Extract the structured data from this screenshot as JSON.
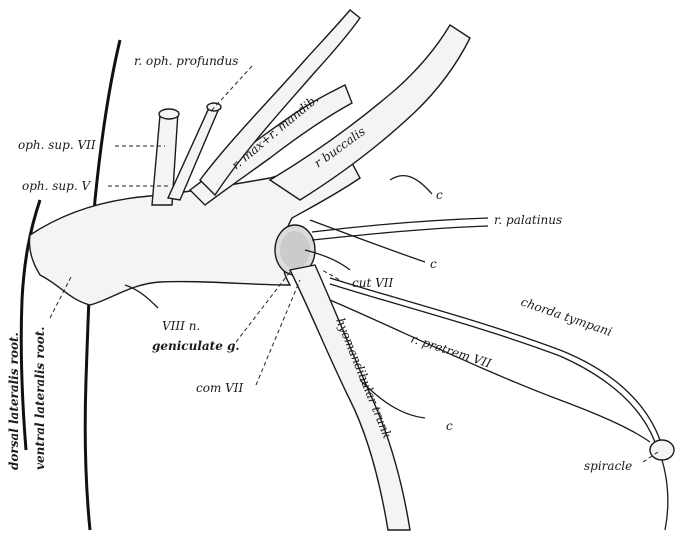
{
  "labels": {
    "r_oph_profundus": "r. oph. profundus",
    "oph_sup_vii": "oph. sup. VII",
    "oph_sup_v": "oph. sup. V",
    "r_max_mandib": "r. max+r. mandib.",
    "r_buccalis": "r buccalis",
    "c_upper": "c",
    "r_palatinus": "r. palatinus",
    "c_middle": "c",
    "cut_vii": "cut VII",
    "chorda_tympani": "chorda tympani",
    "viii_n": "VIII n.",
    "geniculate_g": "geniculate g.",
    "com_vii": "com VII",
    "r_pretrem_vii": "r. pretrem VII",
    "c_lower": "c",
    "hyomandibular_trunk": "hyomandibular trunk",
    "spiracle": "spiracle",
    "dorsal_lateralis_root": "dorsal lateralis root.",
    "ventral_lateralis_root": "ventral lateralis root."
  }
}
